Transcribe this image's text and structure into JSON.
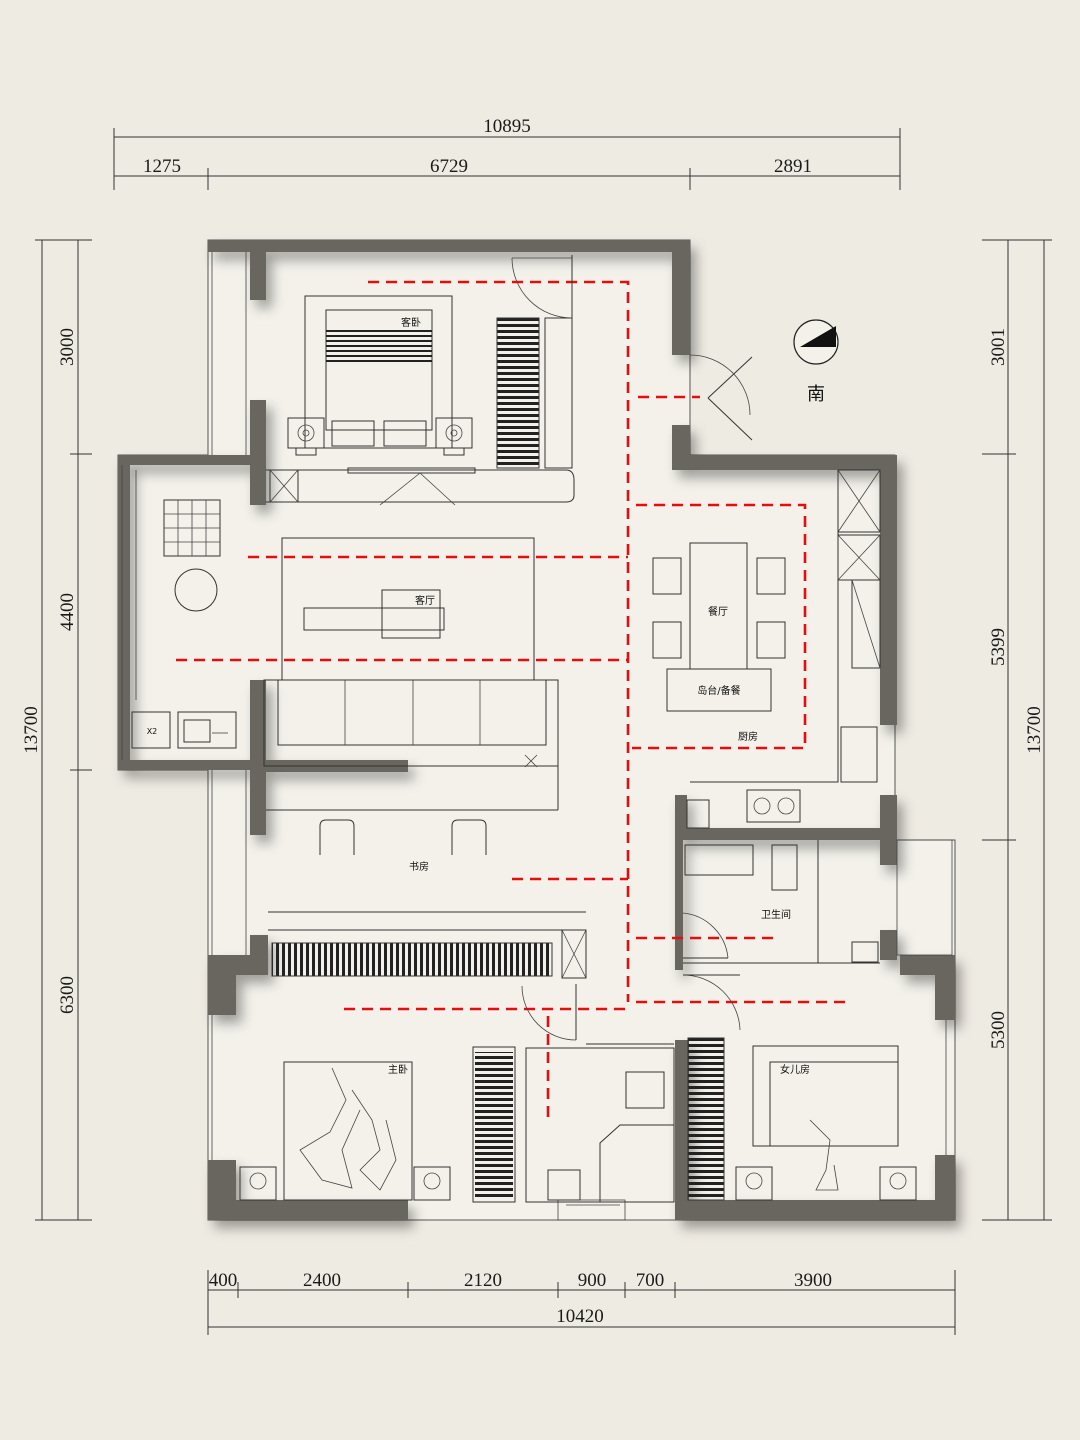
{
  "dimensions": {
    "top_total": "10895",
    "top_segments": [
      "1275",
      "6729",
      "2891"
    ],
    "left_total": "13700",
    "left_segments": [
      "3000",
      "4400",
      "6300"
    ],
    "right_total": "13700",
    "right_segments": [
      "3001",
      "5399",
      "5300"
    ],
    "bottom_total": "10420",
    "bottom_segments": [
      "400",
      "2400",
      "2120",
      "900",
      "700",
      "3900"
    ]
  },
  "rooms": {
    "guest_bedroom": "客卧",
    "living_room": "客厅",
    "dining_room": "餐厅",
    "island": "岛台/备餐",
    "kitchen": "厨房",
    "study": "书房",
    "bathroom": "卫生间",
    "master_bedroom": "主卧",
    "daughter_room": "女儿房"
  },
  "fixtures": {
    "washer_label": "X2"
  },
  "compass": {
    "label": "南"
  },
  "colors": {
    "background": "#eeebe3",
    "wall": "#69665f",
    "circulation_path": "#e01010"
  }
}
